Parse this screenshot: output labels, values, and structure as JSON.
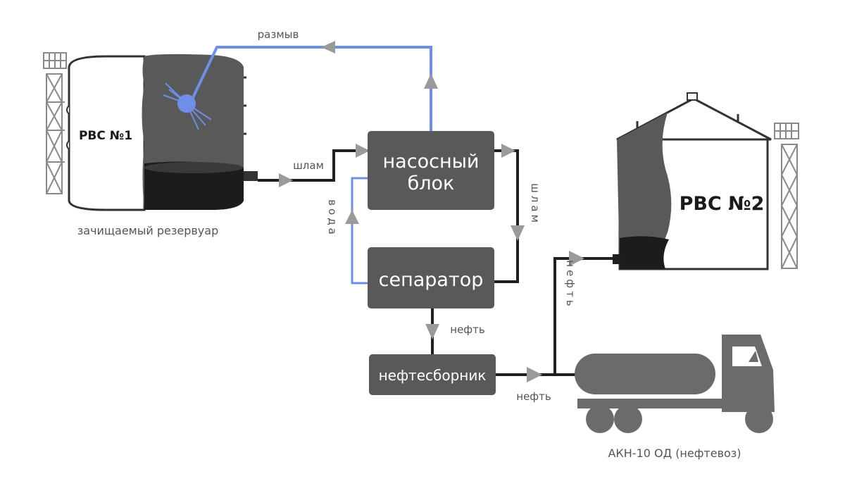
{
  "tanks": {
    "tank1_label": "РВС №1",
    "tank1_caption": "зачищаемый резервуар",
    "tank2_label": "РВС №2"
  },
  "blocks": {
    "pump": [
      "насосный",
      "блок"
    ],
    "separator": "сепаратор",
    "oil_collector": "нефтесборник"
  },
  "flows": {
    "washout": "размыв",
    "sludge_in": "шлам",
    "water": "вода",
    "sludge_down": "шлам",
    "oil_down": "нефть",
    "oil_right": "нефть",
    "oil_up": "нефть"
  },
  "truck": {
    "caption": "АКН-10 ОД (нефтевоз)"
  },
  "colors": {
    "block_fill": "#595959",
    "pipe_black": "#1f1f1f",
    "pipe_blue": "#6f8fe6",
    "arrow_gray": "#9a9a9a",
    "truck_gray": "#6b6b6b"
  }
}
